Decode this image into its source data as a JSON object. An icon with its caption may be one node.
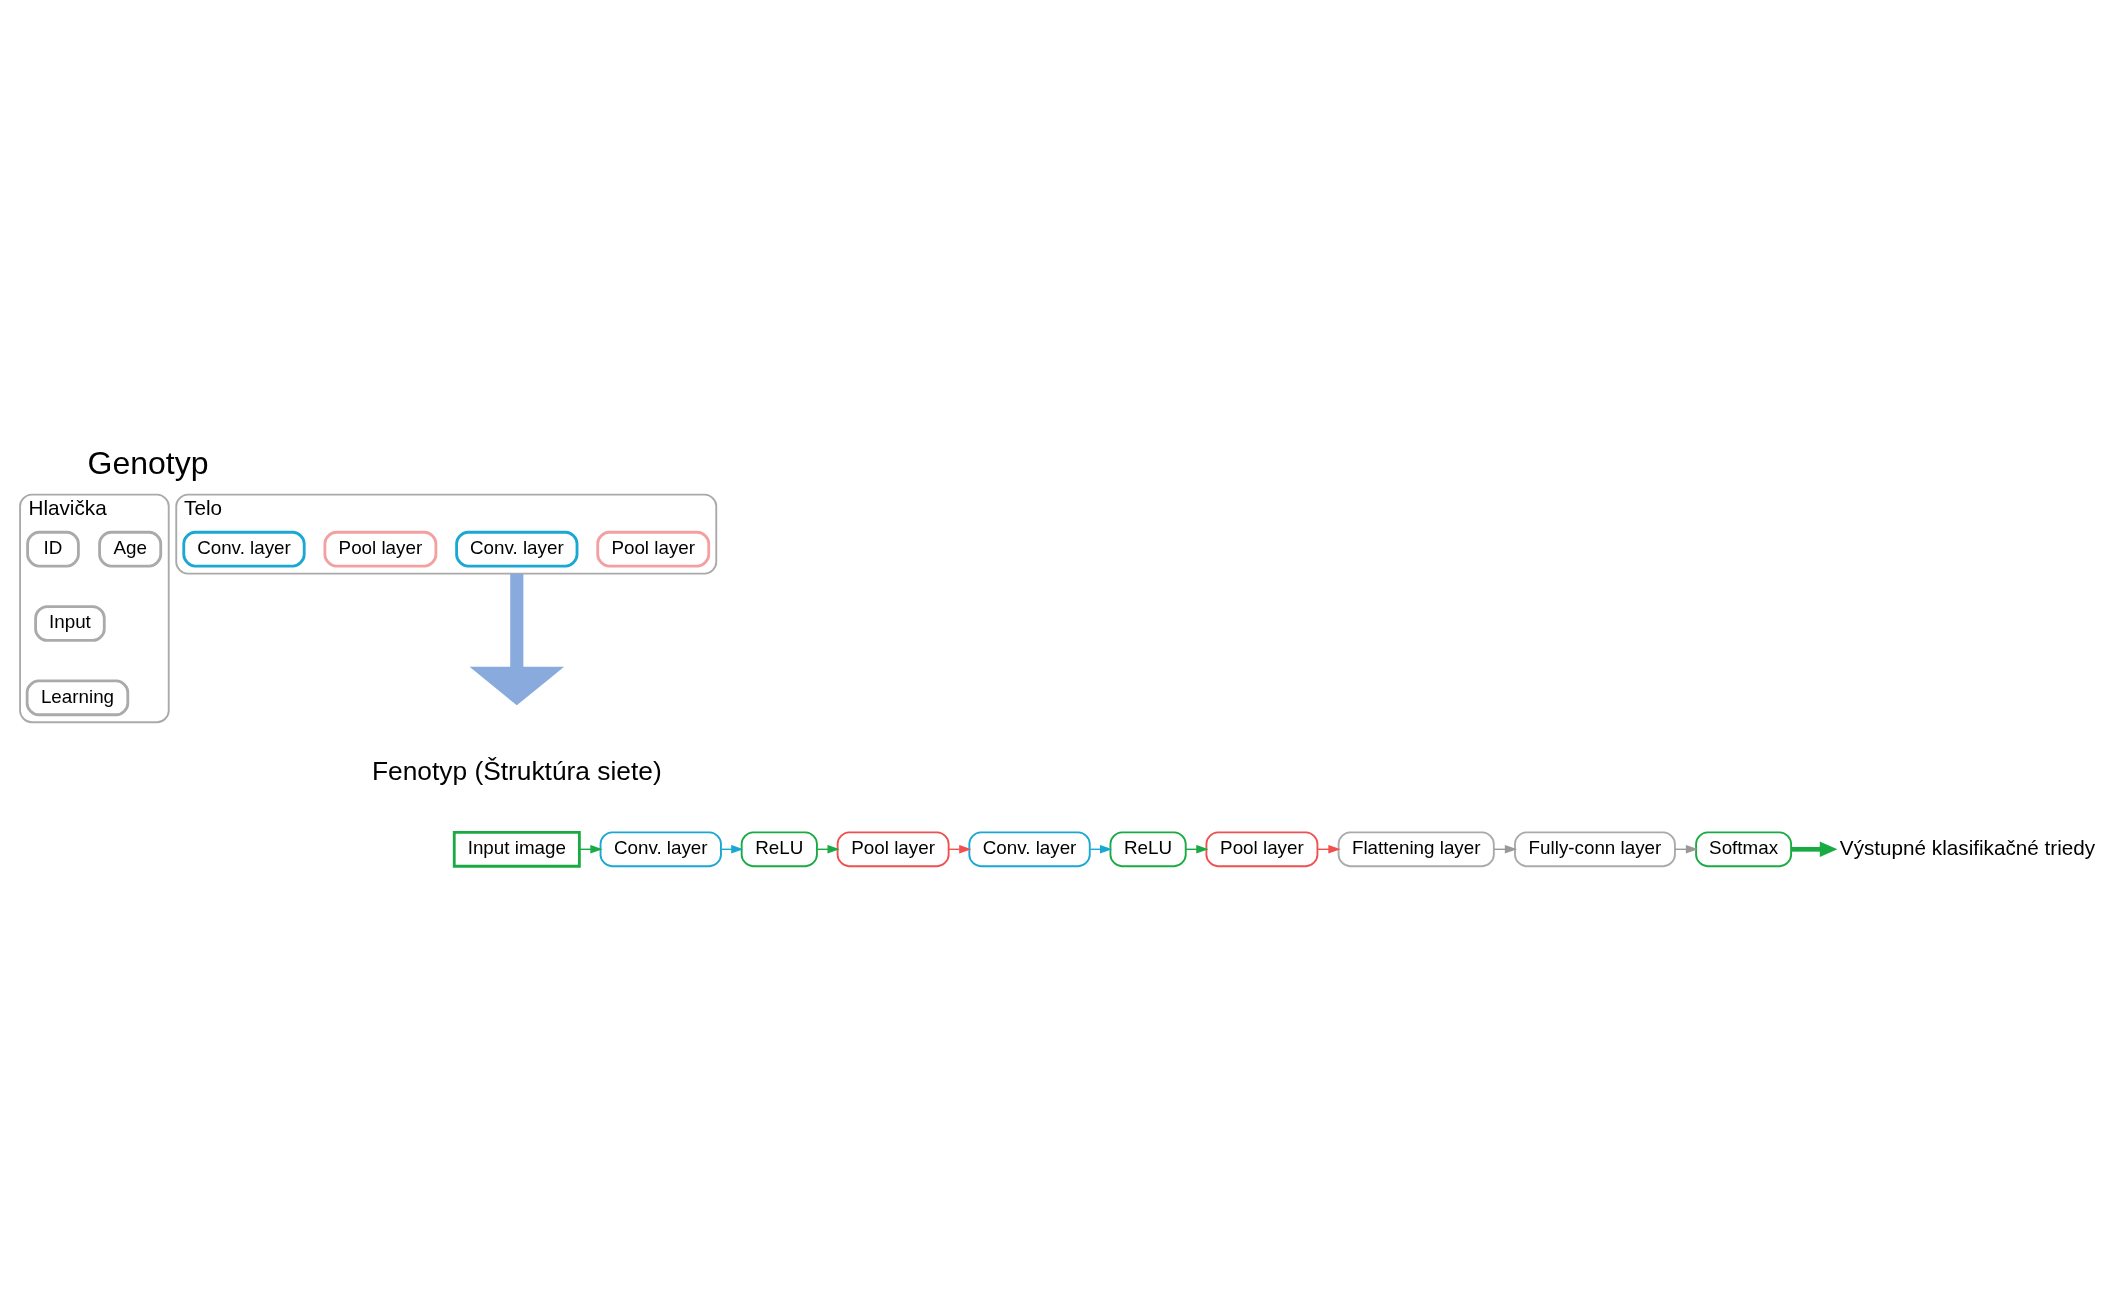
{
  "diagram": {
    "nodes": [
      {
        "text": [
          "Hlavička"
        ]
      },
      {
        "text": [
          "ID"
        ],
        "in": 0
      },
      {
        "text": [
          "Age"
        ],
        "in": 0
      },
      {
        "text": [
          "Input"
        ],
        "in": 0
      },
      {
        "text": [
          "Learning"
        ],
        "in": 0
      },
      {
        "text": [
          "Telo"
        ]
      },
      {
        "text": [
          "Conv. layer"
        ],
        "in": 5
      },
      {
        "text": [
          "Pool layer"
        ],
        "in": 5
      },
      {
        "text": [
          "Conv. layer"
        ],
        "in": 5
      },
      {
        "text": [
          "Pool layer"
        ],
        "in": 5
      },
      {
        "text": [
          "Input image"
        ]
      },
      {
        "text": [
          "Conv. layer"
        ]
      },
      {
        "text": [
          "ReLU"
        ]
      },
      {
        "text": [
          "Pool layer"
        ]
      },
      {
        "text": [
          "Conv. layer"
        ]
      },
      {
        "text": [
          "ReLU"
        ]
      },
      {
        "text": [
          "Pool layer"
        ]
      },
      {
        "text": [
          "Flattening layer"
        ]
      },
      {
        "text": [
          "Fully-conn layer"
        ]
      },
      {
        "text": [
          "Softmax"
        ]
      },
      {
        "text": [
          "Výstupné klasifikačné triedy"
        ]
      }
    ],
    "edges": [
      {
        "from": 5,
        "to": null,
        "arrow": "to",
        "style": "thick",
        "color": "#88aadd"
      },
      {
        "from": 10,
        "to": 11,
        "arrow": "to"
      },
      {
        "from": 11,
        "to": 12,
        "arrow": "to",
        "color": "#1aa7d4"
      },
      {
        "from": 12,
        "to": 13,
        "arrow": "to"
      },
      {
        "from": 13,
        "to": 14,
        "arrow": "to",
        "color": "#f05050"
      },
      {
        "from": 14,
        "to": 15,
        "arrow": "to",
        "color": "#1aa7d4"
      },
      {
        "from": 15,
        "to": 16,
        "arrow": "to"
      },
      {
        "from": 16,
        "to": 17,
        "arrow": "to",
        "color": "#f05050"
      },
      {
        "from": 17,
        "to": 18,
        "arrow": "to",
        "color": "#999999"
      },
      {
        "from": 18,
        "to": 19,
        "arrow": "to",
        "color": "#999999"
      },
      {
        "from": 19,
        "to": 20,
        "arrow": "to",
        "style": "thick"
      }
    ],
    "labels": [
      "Genotyp",
      "Fenotyp (Štruktúra siete)"
    ]
  }
}
